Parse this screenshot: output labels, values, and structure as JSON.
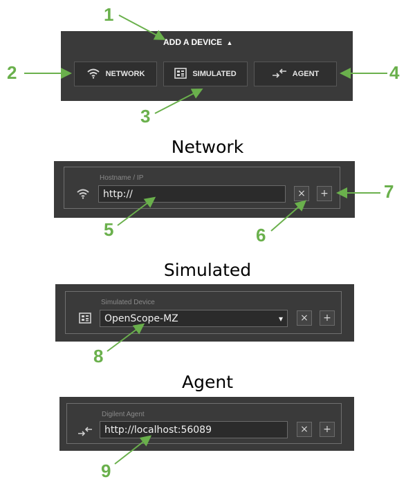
{
  "top_panel": {
    "title": "ADD A DEVICE",
    "title_caret": "▲",
    "buttons": [
      {
        "label": "NETWORK",
        "icon": "wifi-icon"
      },
      {
        "label": "SIMULATED",
        "icon": "chip-icon"
      },
      {
        "label": "AGENT",
        "icon": "agent-arrows-icon"
      }
    ]
  },
  "sections": {
    "network": {
      "heading": "Network",
      "field_label": "Hostname / IP",
      "value": "http://",
      "clear_symbol": "×",
      "add_symbol": "+"
    },
    "simulated": {
      "heading": "Simulated",
      "field_label": "Simulated Device",
      "selected": "OpenScope-MZ",
      "dropdown_symbol": "▾",
      "clear_symbol": "×",
      "add_symbol": "+"
    },
    "agent": {
      "heading": "Agent",
      "field_label": "Digilent Agent",
      "value": "http://localhost:56089",
      "clear_symbol": "×",
      "add_symbol": "+"
    }
  },
  "callouts": [
    "1",
    "2",
    "3",
    "4",
    "5",
    "6",
    "7",
    "8",
    "9"
  ],
  "colors": {
    "callout": "#6ab04c",
    "panel": "#3a3a3a"
  }
}
